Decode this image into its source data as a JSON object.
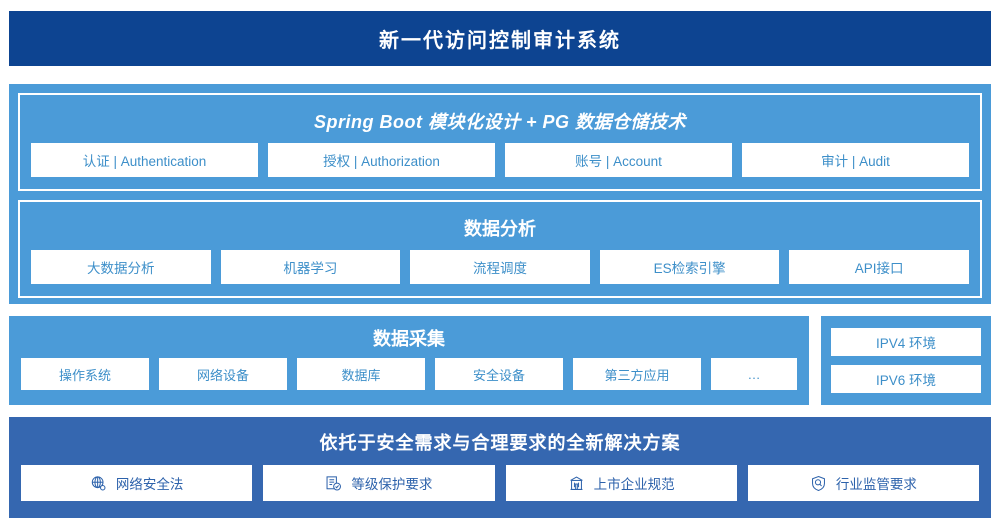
{
  "header": {
    "title": "新一代访问控制审计系统",
    "bg_color": "#0d4491"
  },
  "architecture": {
    "bg_color": "#4b9bd8",
    "groups": [
      {
        "title": "Spring Boot 模块化设计 + PG 数据仓储技术",
        "cards": [
          {
            "label": "认证 | Authentication"
          },
          {
            "label": "授权 | Authorization"
          },
          {
            "label": "账号 | Account"
          },
          {
            "label": "审计 | Audit"
          }
        ]
      },
      {
        "title": "数据分析",
        "cards": [
          {
            "label": "大数据分析"
          },
          {
            "label": "机器学习"
          },
          {
            "label": "流程调度"
          },
          {
            "label": "ES检索引擎"
          },
          {
            "label": "API接口"
          }
        ]
      }
    ]
  },
  "collection": {
    "bg_color": "#4b9bd8",
    "title": "数据采集",
    "cards": [
      {
        "label": "操作系统"
      },
      {
        "label": "网络设备"
      },
      {
        "label": "数据库"
      },
      {
        "label": "安全设备"
      },
      {
        "label": "第三方应用"
      },
      {
        "label": "…"
      }
    ],
    "environments": [
      {
        "label": "IPV4 环境"
      },
      {
        "label": "IPV6 环境"
      }
    ]
  },
  "compliance": {
    "bg_color": "#3567b0",
    "title": "依托于安全需求与合理要求的全新解决方案",
    "cards": [
      {
        "label": "网络安全法",
        "icon": "globe-icon"
      },
      {
        "label": "等级保护要求",
        "icon": "document-check-icon"
      },
      {
        "label": "上市企业规范",
        "icon": "bank-building-icon"
      },
      {
        "label": "行业监管要求",
        "icon": "shield-search-icon"
      }
    ]
  }
}
